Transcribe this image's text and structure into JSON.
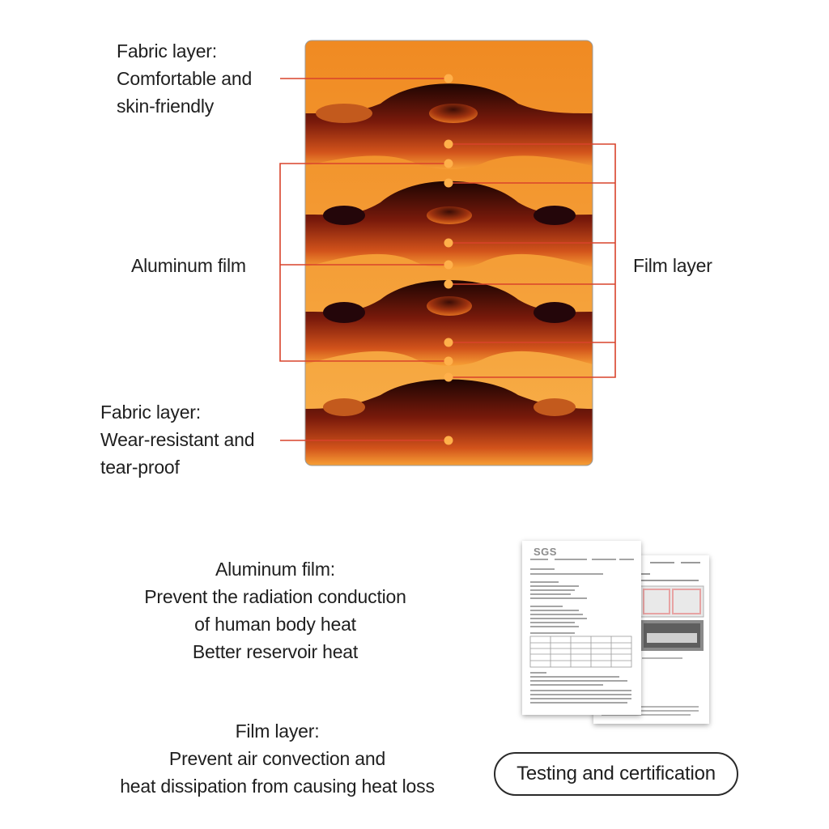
{
  "diagram": {
    "fabric_top": {
      "lines": [
        "Fabric layer:",
        "Comfortable and",
        "skin-friendly"
      ]
    },
    "aluminum": {
      "label": "Aluminum film"
    },
    "film": {
      "label": "Film layer"
    },
    "fabric_bottom": {
      "lines": [
        "Fabric layer:",
        "Wear-resistant and",
        "tear-proof"
      ]
    },
    "colors": {
      "accent_line": "#d9432b",
      "marker_dot": "#ffb04a",
      "fabric_light": "#f7a035",
      "fabric_dark": "#3a0d06"
    }
  },
  "info": {
    "aluminum": {
      "lines": [
        "Aluminum film:",
        "Prevent the radiation conduction",
        "of human body heat",
        "Better reservoir heat"
      ]
    },
    "film": {
      "lines": [
        "Film layer:",
        "Prevent air convection and",
        "heat dissipation from causing heat loss"
      ]
    }
  },
  "certificate": {
    "brand": "SGS",
    "badge_label": "Testing and certification"
  }
}
